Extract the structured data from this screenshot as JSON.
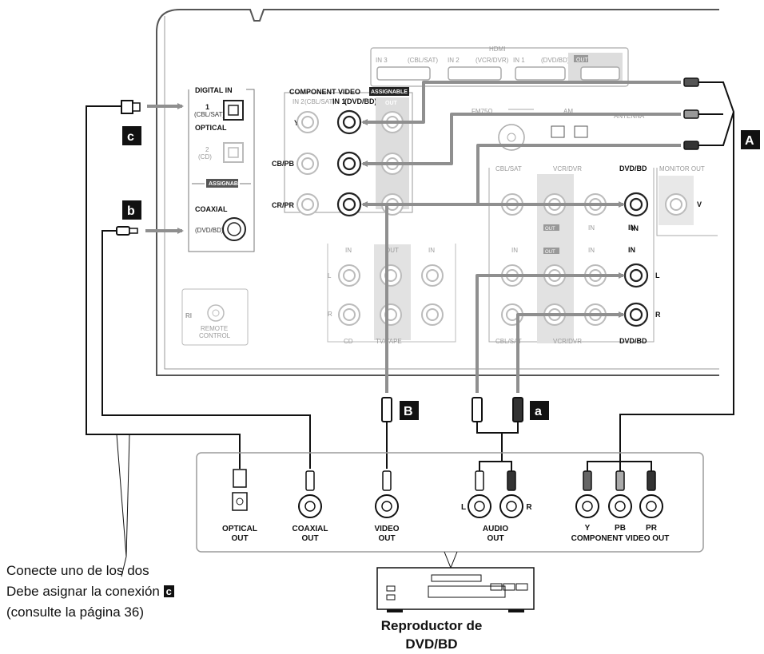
{
  "receiver": {
    "hdmi": {
      "title": "HDMI",
      "in3": "IN 3",
      "in3_sub": "(CBL/SAT)",
      "in2": "IN 2",
      "in2_sub": "(VCR/DVR)",
      "in1": "IN 1",
      "in1_sub": "(DVD/BD)",
      "out": "OUT"
    },
    "digital_in": {
      "title": "DIGITAL IN",
      "optical1": "1",
      "optical1_sub": "(CBL/SAT)",
      "optical": "OPTICAL",
      "optical2": "2",
      "optical2_sub": "(CD)",
      "assignable": "ASSIGNABLE",
      "coaxial": "COAXIAL",
      "coaxial_sub": "(DVD/BD)"
    },
    "component": {
      "title": "COMPONENT VIDEO",
      "assignable": "ASSIGNABLE",
      "in2": "IN 2",
      "in2_sub": "(CBL/SAT)",
      "in1": "IN 1",
      "in1_sub": "(DVD/BD)",
      "out": "OUT",
      "y": "Y",
      "cb": "CB/PB",
      "cr": "CR/PR"
    },
    "antenna": {
      "fm": "FM75Ω",
      "am": "AM",
      "label": "ANTENNA"
    },
    "av": {
      "cbl_sat": "CBL/SAT",
      "vcr_dvr": "VCR/DVR",
      "dvd_bd": "DVD/BD",
      "monitor_out": "MONITOR OUT",
      "v": "V",
      "in": "IN",
      "out": "OUT",
      "l": "L",
      "r": "R"
    },
    "cd_tape": {
      "in": "IN",
      "out": "OUT",
      "l": "L",
      "r": "R",
      "cd": "CD",
      "tv_tape": "TV/TAPE"
    },
    "remote": {
      "ri": "RI",
      "label1": "REMOTE",
      "label2": "CONTROL"
    }
  },
  "tags": {
    "A": "A",
    "B": "B",
    "a": "a",
    "b": "b",
    "c": "c"
  },
  "player": {
    "optical": [
      "OPTICAL",
      "OUT"
    ],
    "coaxial": [
      "COAXIAL",
      "OUT"
    ],
    "video": [
      "VIDEO",
      "OUT"
    ],
    "audio": [
      "AUDIO",
      "OUT"
    ],
    "l": "L",
    "r": "R",
    "y": "Y",
    "pb": "PB",
    "pr": "PR",
    "component": "COMPONENT VIDEO OUT"
  },
  "caption": {
    "line1": "Conecte uno de los dos",
    "line2": "Debe asignar la conexión",
    "line2_tag": "c",
    "line3": "(consulte la página 36)"
  },
  "device_title": [
    "Reproductor de",
    "DVD/BD"
  ],
  "colors": {
    "cable": "#111111",
    "arrow": "#8f8f8f",
    "panel": "#9c9c9c",
    "dark_tag": "#111111"
  }
}
